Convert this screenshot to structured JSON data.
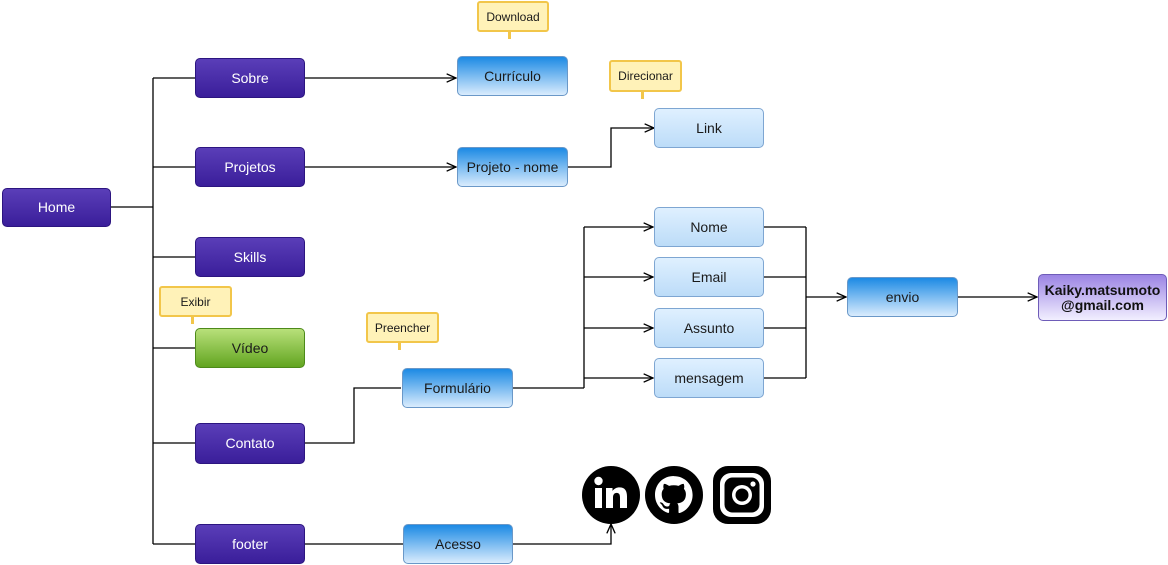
{
  "nodes": {
    "home": "Home",
    "sobre": "Sobre",
    "projetos": "Projetos",
    "skills": "Skills",
    "video": "Vídeo",
    "contato": "Contato",
    "footer": "footer",
    "curriculo": "Currículo",
    "projeto_nome": "Projeto - nome",
    "link": "Link",
    "formulario": "Formulário",
    "nome": "Nome",
    "email": "Email",
    "assunto": "Assunto",
    "mensagem": "mensagem",
    "envio": "envio",
    "acesso": "Acesso",
    "email_line1": "Kaiky.matsumoto",
    "email_line2": "@gmail.com"
  },
  "callouts": {
    "download": "Download",
    "direcionar": "Direcionar",
    "exibir": "Exibir",
    "preencher": "Preencher"
  },
  "icons": [
    "linkedin-icon",
    "github-icon",
    "instagram-icon"
  ],
  "colors": {
    "purple": "#3a1e9a",
    "blue": "#1c8ae4",
    "light_blue": "#cfe6fb",
    "green": "#7dbb3a",
    "callout_yellow": "#fff2b8"
  }
}
